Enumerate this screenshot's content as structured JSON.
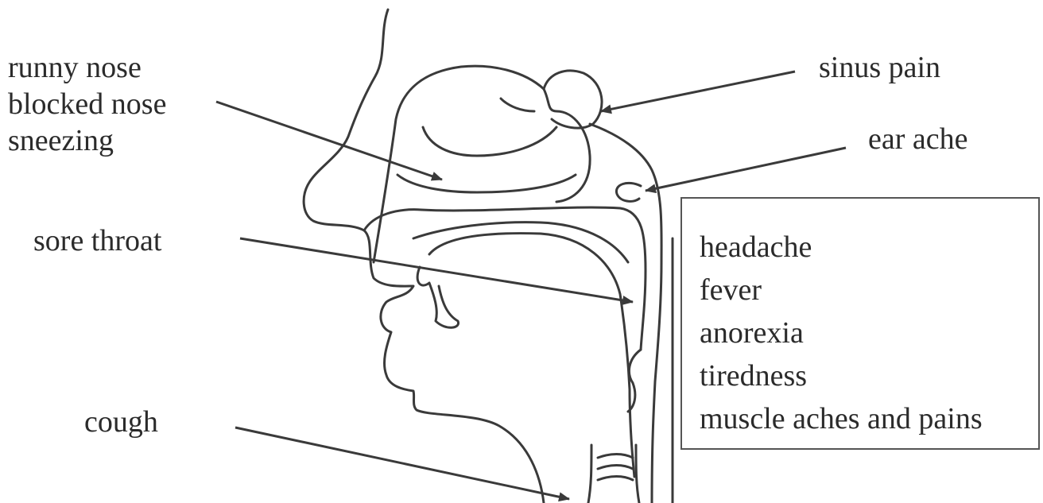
{
  "labels": {
    "nose": [
      "runny nose",
      "blocked nose",
      "sneezing"
    ],
    "throat": "sore throat",
    "cough": "cough",
    "sinus": "sinus pain",
    "ear": "ear ache"
  },
  "general_symptoms": [
    "headache",
    "fever",
    "anorexia",
    "tiredness",
    "muscle aches and pains"
  ],
  "colors": {
    "line": "#3a3a3a",
    "text": "#2b2b2b",
    "box_border": "#555555"
  }
}
